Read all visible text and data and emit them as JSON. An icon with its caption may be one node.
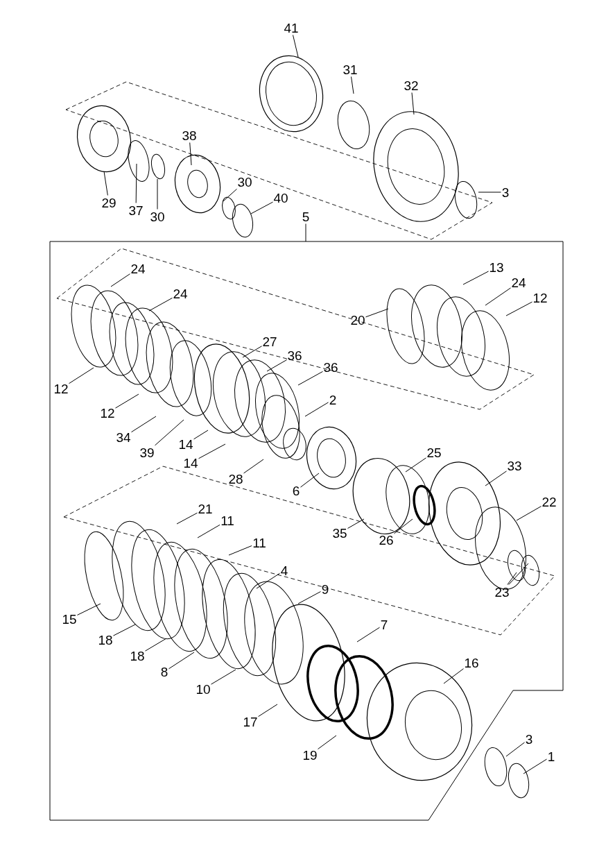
{
  "diagram": {
    "nodes": [
      {
        "text": [
          "41"
        ]
      },
      {
        "text": [
          "31"
        ]
      },
      {
        "text": [
          "32"
        ]
      },
      {
        "text": [
          "38"
        ]
      },
      {
        "text": [
          "29"
        ]
      },
      {
        "text": [
          "37"
        ]
      },
      {
        "text": [
          "30"
        ]
      },
      {
        "text": [
          "30"
        ]
      },
      {
        "text": [
          "40"
        ]
      },
      {
        "text": [
          "3"
        ]
      },
      {
        "text": [
          "5"
        ]
      },
      {
        "text": [
          "24"
        ]
      },
      {
        "text": [
          "24"
        ]
      },
      {
        "text": [
          "13"
        ]
      },
      {
        "text": [
          "24"
        ]
      },
      {
        "text": [
          "12"
        ]
      },
      {
        "text": [
          "20"
        ]
      },
      {
        "text": [
          "27"
        ]
      },
      {
        "text": [
          "36"
        ]
      },
      {
        "text": [
          "36"
        ]
      },
      {
        "text": [
          "2"
        ]
      },
      {
        "text": [
          "12"
        ]
      },
      {
        "text": [
          "12"
        ]
      },
      {
        "text": [
          "34"
        ]
      },
      {
        "text": [
          "39"
        ]
      },
      {
        "text": [
          "14"
        ]
      },
      {
        "text": [
          "14"
        ]
      },
      {
        "text": [
          "28"
        ]
      },
      {
        "text": [
          "25"
        ]
      },
      {
        "text": [
          "6"
        ]
      },
      {
        "text": [
          "33"
        ]
      },
      {
        "text": [
          "35"
        ]
      },
      {
        "text": [
          "26"
        ]
      },
      {
        "text": [
          "22"
        ]
      },
      {
        "text": [
          "21"
        ]
      },
      {
        "text": [
          "11"
        ]
      },
      {
        "text": [
          "11"
        ]
      },
      {
        "text": [
          "23"
        ]
      },
      {
        "text": [
          "4"
        ]
      },
      {
        "text": [
          "9"
        ]
      },
      {
        "text": [
          "7"
        ]
      },
      {
        "text": [
          "16"
        ]
      },
      {
        "text": [
          "15"
        ]
      },
      {
        "text": [
          "18"
        ]
      },
      {
        "text": [
          "18"
        ]
      },
      {
        "text": [
          "8"
        ]
      },
      {
        "text": [
          "10"
        ]
      },
      {
        "text": [
          "17"
        ]
      },
      {
        "text": [
          "19"
        ]
      },
      {
        "text": [
          "3"
        ]
      },
      {
        "text": [
          "1"
        ]
      }
    ],
    "edges": [
      {
        "from": 0,
        "to": null,
        "arrow": "none"
      },
      {
        "from": 1,
        "to": null,
        "arrow": "none"
      },
      {
        "from": 2,
        "to": null,
        "arrow": "none"
      },
      {
        "from": 3,
        "to": null,
        "arrow": "none"
      },
      {
        "from": 4,
        "to": null,
        "arrow": "none"
      },
      {
        "from": 5,
        "to": null,
        "arrow": "none"
      },
      {
        "from": 6,
        "to": null,
        "arrow": "none"
      },
      {
        "from": 7,
        "to": null,
        "arrow": "none"
      },
      {
        "from": 8,
        "to": null,
        "arrow": "none"
      },
      {
        "from": 9,
        "to": null,
        "arrow": "none"
      },
      {
        "from": 10,
        "to": null,
        "arrow": "none"
      },
      {
        "from": 11,
        "to": null,
        "arrow": "none"
      },
      {
        "from": 12,
        "to": null,
        "arrow": "none"
      },
      {
        "from": 13,
        "to": null,
        "arrow": "none"
      },
      {
        "from": 14,
        "to": null,
        "arrow": "none"
      },
      {
        "from": 15,
        "to": null,
        "arrow": "none"
      },
      {
        "from": 16,
        "to": null,
        "arrow": "none"
      },
      {
        "from": 17,
        "to": null,
        "arrow": "none"
      },
      {
        "from": 18,
        "to": null,
        "arrow": "none"
      },
      {
        "from": 19,
        "to": null,
        "arrow": "none"
      },
      {
        "from": 20,
        "to": null,
        "arrow": "none"
      },
      {
        "from": 21,
        "to": null,
        "arrow": "none"
      },
      {
        "from": 22,
        "to": null,
        "arrow": "none"
      },
      {
        "from": 23,
        "to": null,
        "arrow": "none"
      },
      {
        "from": 24,
        "to": null,
        "arrow": "none"
      },
      {
        "from": 25,
        "to": null,
        "arrow": "none"
      },
      {
        "from": 26,
        "to": null,
        "arrow": "none"
      },
      {
        "from": 27,
        "to": null,
        "arrow": "none"
      },
      {
        "from": 28,
        "to": null,
        "arrow": "none"
      },
      {
        "from": 29,
        "to": null,
        "arrow": "none"
      },
      {
        "from": 30,
        "to": null,
        "arrow": "none"
      },
      {
        "from": 31,
        "to": null,
        "arrow": "none"
      },
      {
        "from": 32,
        "to": null,
        "arrow": "none"
      },
      {
        "from": 33,
        "to": null,
        "arrow": "none"
      },
      {
        "from": 34,
        "to": null,
        "arrow": "none"
      },
      {
        "from": 35,
        "to": null,
        "arrow": "none"
      },
      {
        "from": 36,
        "to": null,
        "arrow": "none"
      },
      {
        "from": 37,
        "to": null,
        "arrow": "none"
      },
      {
        "from": 37,
        "to": null,
        "arrow": "none"
      },
      {
        "from": 38,
        "to": null,
        "arrow": "none"
      },
      {
        "from": 39,
        "to": null,
        "arrow": "none"
      },
      {
        "from": 40,
        "to": null,
        "arrow": "none"
      },
      {
        "from": 41,
        "to": null,
        "arrow": "none"
      },
      {
        "from": 42,
        "to": null,
        "arrow": "none"
      },
      {
        "from": 43,
        "to": null,
        "arrow": "none"
      },
      {
        "from": 44,
        "to": null,
        "arrow": "none"
      },
      {
        "from": 45,
        "to": null,
        "arrow": "none"
      },
      {
        "from": 46,
        "to": null,
        "arrow": "none"
      },
      {
        "from": 47,
        "to": null,
        "arrow": "none"
      },
      {
        "from": 48,
        "to": null,
        "arrow": "none"
      },
      {
        "from": 49,
        "to": null,
        "arrow": "none"
      },
      {
        "from": 50,
        "to": null,
        "arrow": "none"
      }
    ]
  }
}
